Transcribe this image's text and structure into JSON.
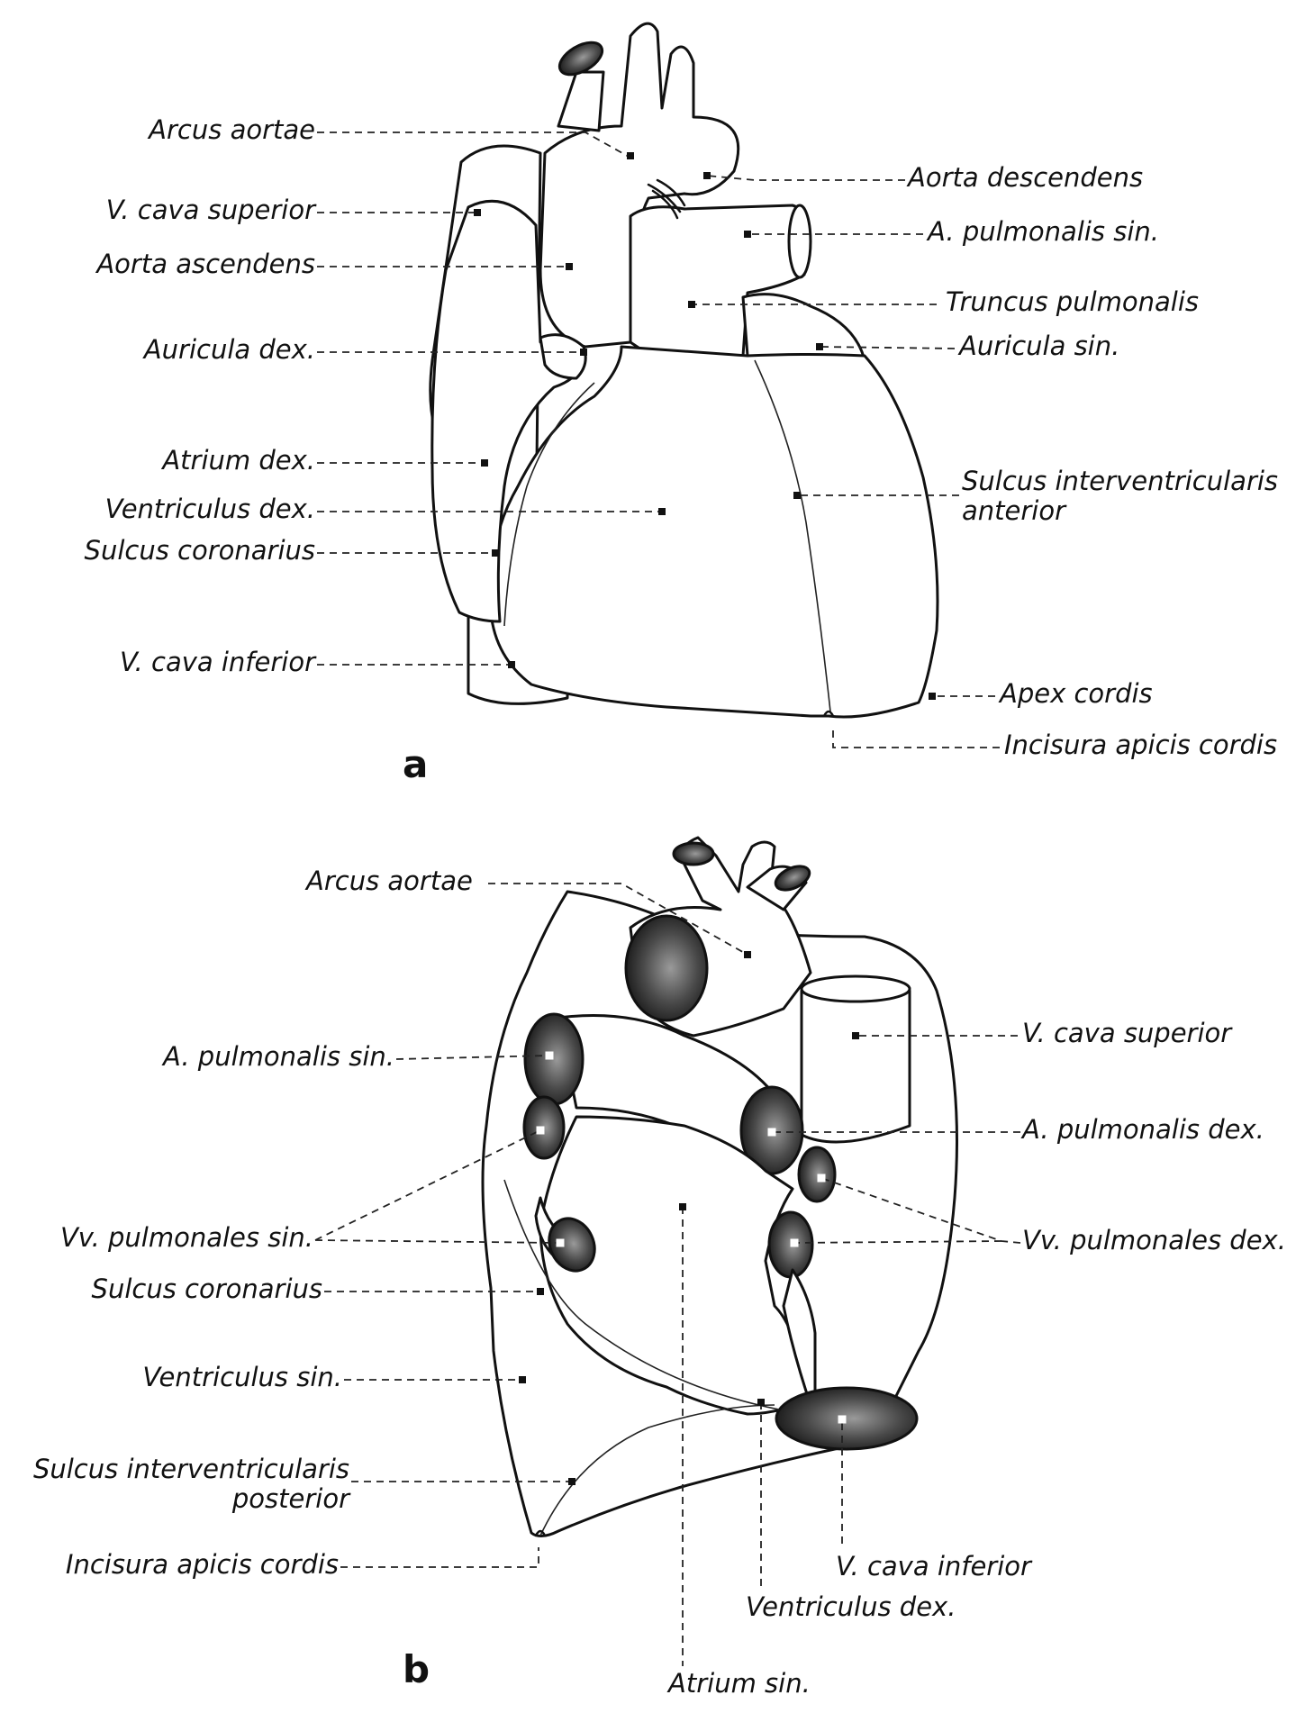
{
  "panel_a": {
    "letter": "a",
    "labels": {
      "arcus_aortae": "Arcus aortae",
      "v_cava_superior": "V. cava superior",
      "aorta_ascendens": "Aorta ascendens",
      "auricula_dex": "Auricula dex.",
      "atrium_dex": "Atrium dex.",
      "ventriculus_dex": "Ventriculus dex.",
      "sulcus_coronarius": "Sulcus coronarius",
      "v_cava_inferior": "V. cava inferior",
      "aorta_descendens": "Aorta descendens",
      "a_pulmonalis_sin": "A. pulmonalis sin.",
      "truncus_pulmonalis": "Truncus pulmonalis",
      "auricula_sin": "Auricula sin.",
      "sulcus_interventricularis_1": "Sulcus interventricularis",
      "sulcus_interventricularis_2": "anterior",
      "apex_cordis": "Apex cordis",
      "incisura_apicis_cordis": "Incisura apicis cordis"
    }
  },
  "panel_b": {
    "letter": "b",
    "labels": {
      "arcus_aortae": "Arcus aortae",
      "a_pulmonalis_sin": "A. pulmonalis sin.",
      "vv_pulmonales_sin": "Vv. pulmonales sin.",
      "sulcus_coronarius": "Sulcus coronarius",
      "ventriculus_sin": "Ventriculus sin.",
      "sulcus_interventricularis_1": "Sulcus interventricularis",
      "sulcus_interventricularis_2": "posterior",
      "incisura_apicis_cordis": "Incisura apicis cordis",
      "v_cava_superior": "V. cava superior",
      "a_pulmonalis_dex": "A. pulmonalis dex.",
      "vv_pulmonales_dex": "Vv. pulmonales dex.",
      "v_cava_inferior": "V. cava inferior",
      "ventriculus_dex": "Ventriculus dex.",
      "atrium_sin": "Atrium sin."
    }
  },
  "colors": {
    "ink": "#111111",
    "vessel_lumen_dark": "#1a1a1a",
    "vessel_lumen_light": "#8a8a8a"
  }
}
